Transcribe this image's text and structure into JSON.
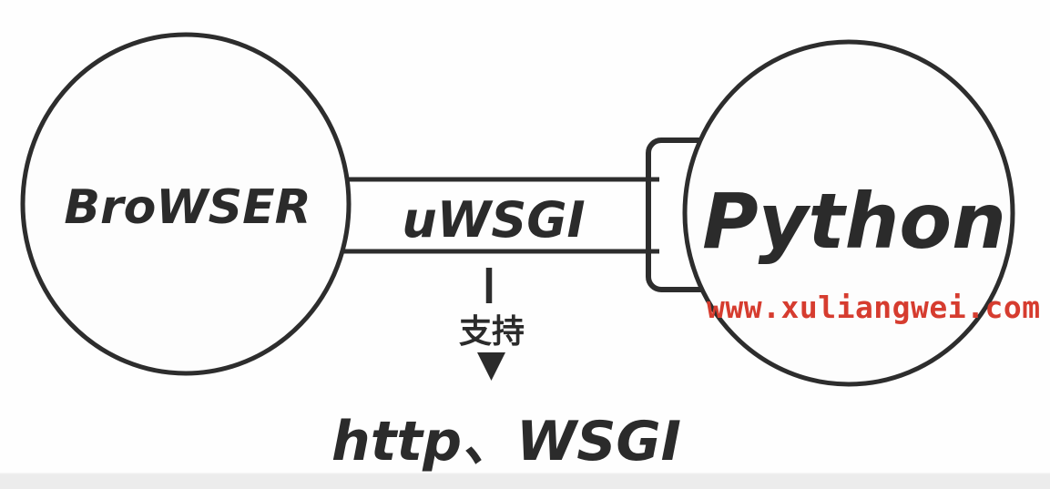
{
  "diagram": {
    "nodes": {
      "browser": {
        "label": "BroWSER"
      },
      "python": {
        "label": "Python"
      }
    },
    "connector": {
      "label": "uWSGI"
    },
    "annotation": {
      "support_label": "支持",
      "protocols_label": "http、WSGI"
    }
  },
  "watermark": {
    "text": "www.xuliangwei.com",
    "color": "#d63c2f"
  },
  "colors": {
    "ink": "#2d2d2d",
    "background": "#fefefe",
    "footer_bar": "#ececec"
  }
}
